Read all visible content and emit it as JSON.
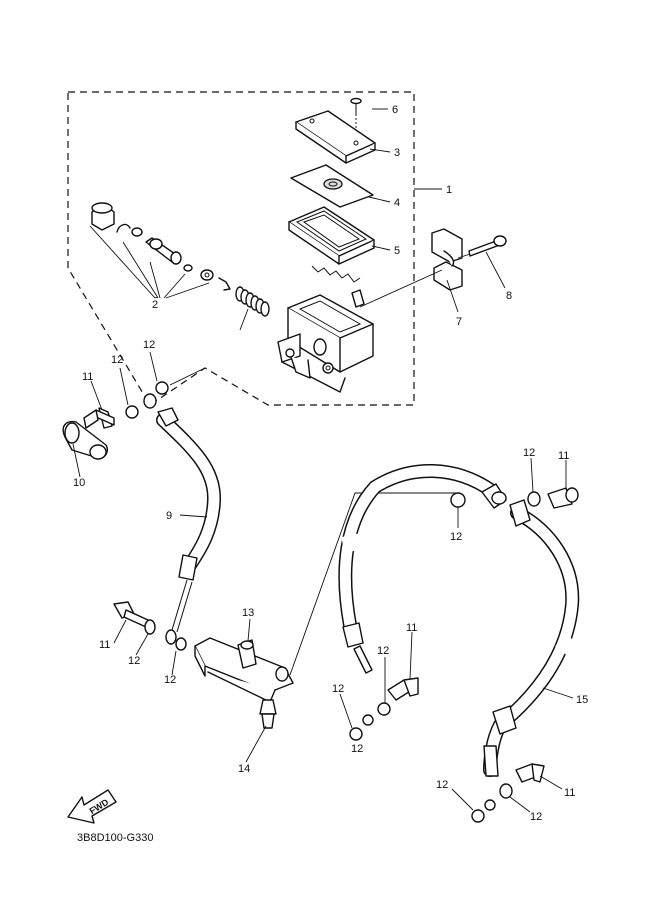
{
  "diagram": {
    "code": "3B8D100-G330",
    "fwd_label": "FWD",
    "callouts": {
      "c1": "1",
      "c2": "2",
      "c3": "3",
      "c4": "4",
      "c5": "5",
      "c6": "6",
      "c7": "7",
      "c8": "8",
      "c9": "9",
      "c10": "10",
      "c11a": "11",
      "c11b": "11",
      "c11c": "11",
      "c11d": "11",
      "c11e": "11",
      "c12a": "12",
      "c12b": "12",
      "c12c": "12",
      "c12d": "12",
      "c12e": "12",
      "c12f": "12",
      "c12g": "12",
      "c12h": "12",
      "c12i": "12",
      "c12j": "12",
      "c12k": "12",
      "c13": "13",
      "c14": "14",
      "c15": "15"
    }
  },
  "colors": {
    "ink": "#111111",
    "paper": "#ffffff",
    "shade": "#dcdcdc"
  }
}
